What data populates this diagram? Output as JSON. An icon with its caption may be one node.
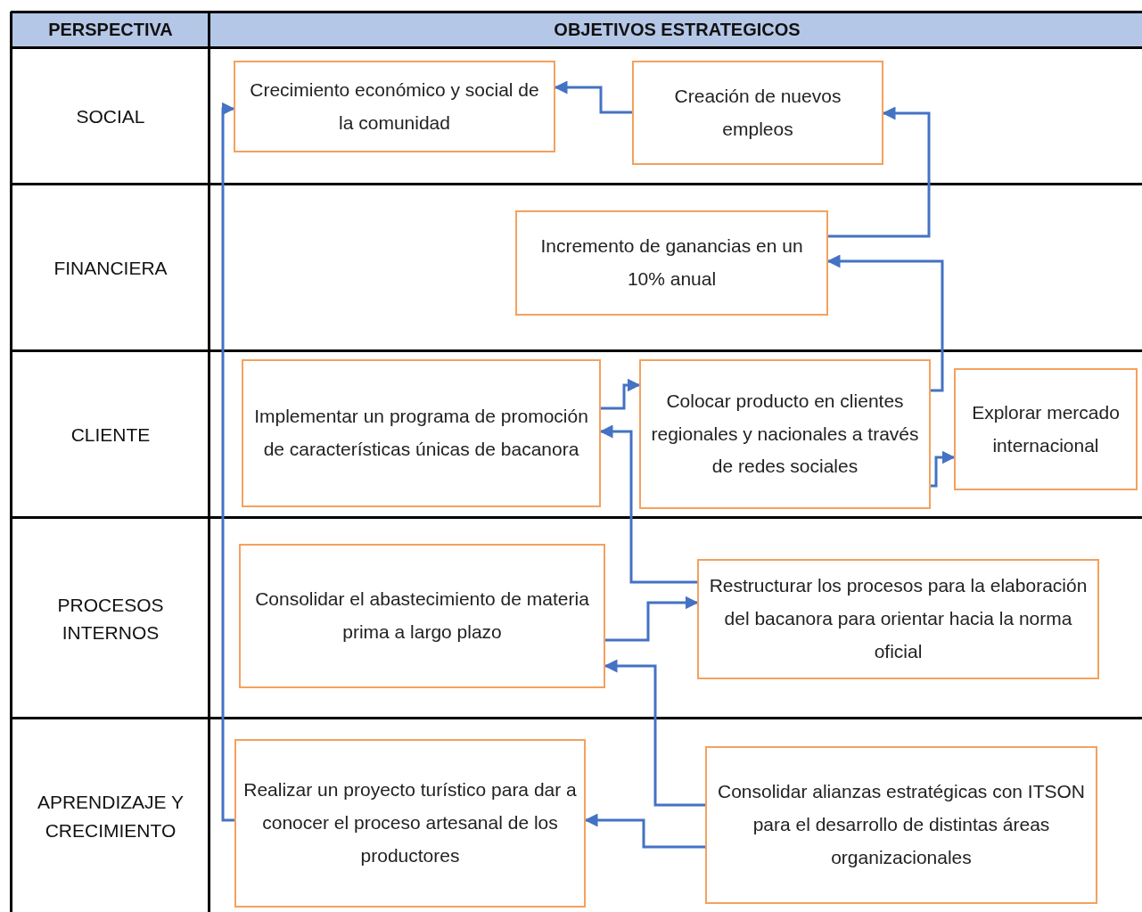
{
  "diagram": {
    "nodes": [
      {
        "text": [
          "Crecimiento económico y social de la comunidad"
        ]
      },
      {
        "text": [
          "Creación de nuevos empleos"
        ]
      },
      {
        "text": [
          "Incremento de ganancias en un 10% anual"
        ]
      },
      {
        "text": [
          "Implementar un programa de promoción de características únicas de bacanora"
        ]
      },
      {
        "text": [
          "Colocar producto en clientes regionales y nacionales a través de redes sociales"
        ]
      },
      {
        "text": [
          "Explorar mercado internacional"
        ]
      },
      {
        "text": [
          "Consolidar el abastecimiento de materia prima a largo plazo"
        ]
      },
      {
        "text": [
          "Restructurar los procesos para la elaboración del bacanora para orientar hacia la norma oficial"
        ]
      },
      {
        "text": [
          "Realizar un proyecto turístico para dar a conocer el proceso artesanal de los productores"
        ]
      },
      {
        "text": [
          "Consolidar alianzas estratégicas con ITSON para el desarrollo de distintas áreas organizacionales"
        ]
      }
    ],
    "edges": [
      {
        "from": 1,
        "to": 0,
        "arrow": "to"
      },
      {
        "from": 2,
        "to": 1,
        "arrow": "to"
      },
      {
        "from": 4,
        "to": 2,
        "arrow": "to"
      },
      {
        "from": 3,
        "to": 4,
        "arrow": "to"
      },
      {
        "from": 4,
        "to": 5,
        "arrow": "to"
      },
      {
        "from": 7,
        "to": 3,
        "arrow": "to"
      },
      {
        "from": 6,
        "to": 7,
        "arrow": "to"
      },
      {
        "from": 9,
        "to": 6,
        "arrow": "to"
      },
      {
        "from": 9,
        "to": 8,
        "arrow": "to"
      },
      {
        "from": 8,
        "to": 0,
        "arrow": "to"
      }
    ],
    "labels": [
      "PERSPECTIVA",
      "OBJETIVOS ESTRATEGICOS",
      "SOCIAL",
      "FINANCIERA",
      "CLIENTE",
      "PROCESOS INTERNOS",
      "APRENDIZAJE Y CRECIMIENTO"
    ]
  }
}
